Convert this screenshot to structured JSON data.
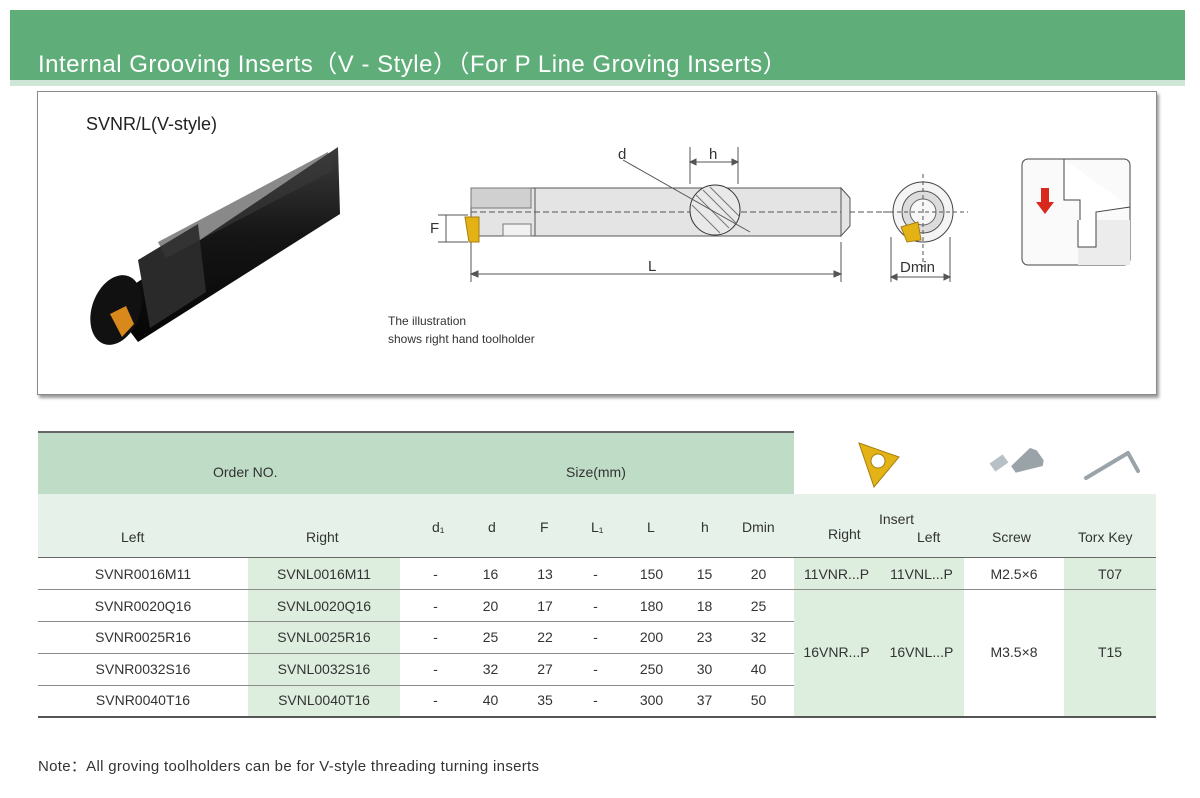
{
  "title": "Internal  Grooving   Inserts（V - Style）（For  P  Line  Groving  Inserts）",
  "model": "SVNR/L(V-style)",
  "illustration_note": [
    "The illustration",
    "shows right hand toolholder"
  ],
  "diagram_labels": {
    "d": "d",
    "h": "h",
    "F": "F",
    "L": "L",
    "Dmin": "Dmin"
  },
  "colors": {
    "header_green": "#5fae7a",
    "table_header": "#bfdcc6",
    "table_subheader": "#e6f2e9",
    "table_highlight": "#ddeedf",
    "arrow_red": "#d9281e",
    "insert_gold": "#e3b316"
  },
  "table": {
    "order_no": "Order NO.",
    "size": "Size(mm)",
    "columns": {
      "left": "Left",
      "right": "Right",
      "d1": "d₁",
      "d": "d",
      "F": "F",
      "L1": "L₁",
      "L": "L",
      "h": "h",
      "Dmin": "Dmin",
      "insert": "Insert",
      "insert_right": "Right",
      "insert_left": "Left",
      "screw": "Screw",
      "torx_key": "Torx  Key"
    },
    "rows": [
      {
        "left": "SVNR0016M11",
        "right": "SVNL0016M11",
        "d1": "-",
        "d": "16",
        "F": "13",
        "L1": "-",
        "L": "150",
        "h": "15",
        "Dmin": "20"
      },
      {
        "left": "SVNR0020Q16",
        "right": "SVNL0020Q16",
        "d1": "-",
        "d": "20",
        "F": "17",
        "L1": "-",
        "L": "180",
        "h": "18",
        "Dmin": "25"
      },
      {
        "left": "SVNR0025R16",
        "right": "SVNL0025R16",
        "d1": "-",
        "d": "25",
        "F": "22",
        "L1": "-",
        "L": "200",
        "h": "23",
        "Dmin": "32"
      },
      {
        "left": "SVNR0032S16",
        "right": "SVNL0032S16",
        "d1": "-",
        "d": "32",
        "F": "27",
        "L1": "-",
        "L": "250",
        "h": "30",
        "Dmin": "40"
      },
      {
        "left": "SVNR0040T16",
        "right": "SVNL0040T16",
        "d1": "-",
        "d": "40",
        "F": "35",
        "L1": "-",
        "L": "300",
        "h": "37",
        "Dmin": "50"
      }
    ],
    "groups": [
      {
        "insert_right": "11VNR...P",
        "insert_left": "11VNL...P",
        "screw": "M2.5×6",
        "torx": "T07"
      },
      {
        "insert_right": "16VNR...P",
        "insert_left": "16VNL...P",
        "screw": "M3.5×8",
        "torx": "T15"
      }
    ]
  },
  "note": "Note：All  groving  toolholders  can  be  for  V-style  threading  turning  inserts"
}
